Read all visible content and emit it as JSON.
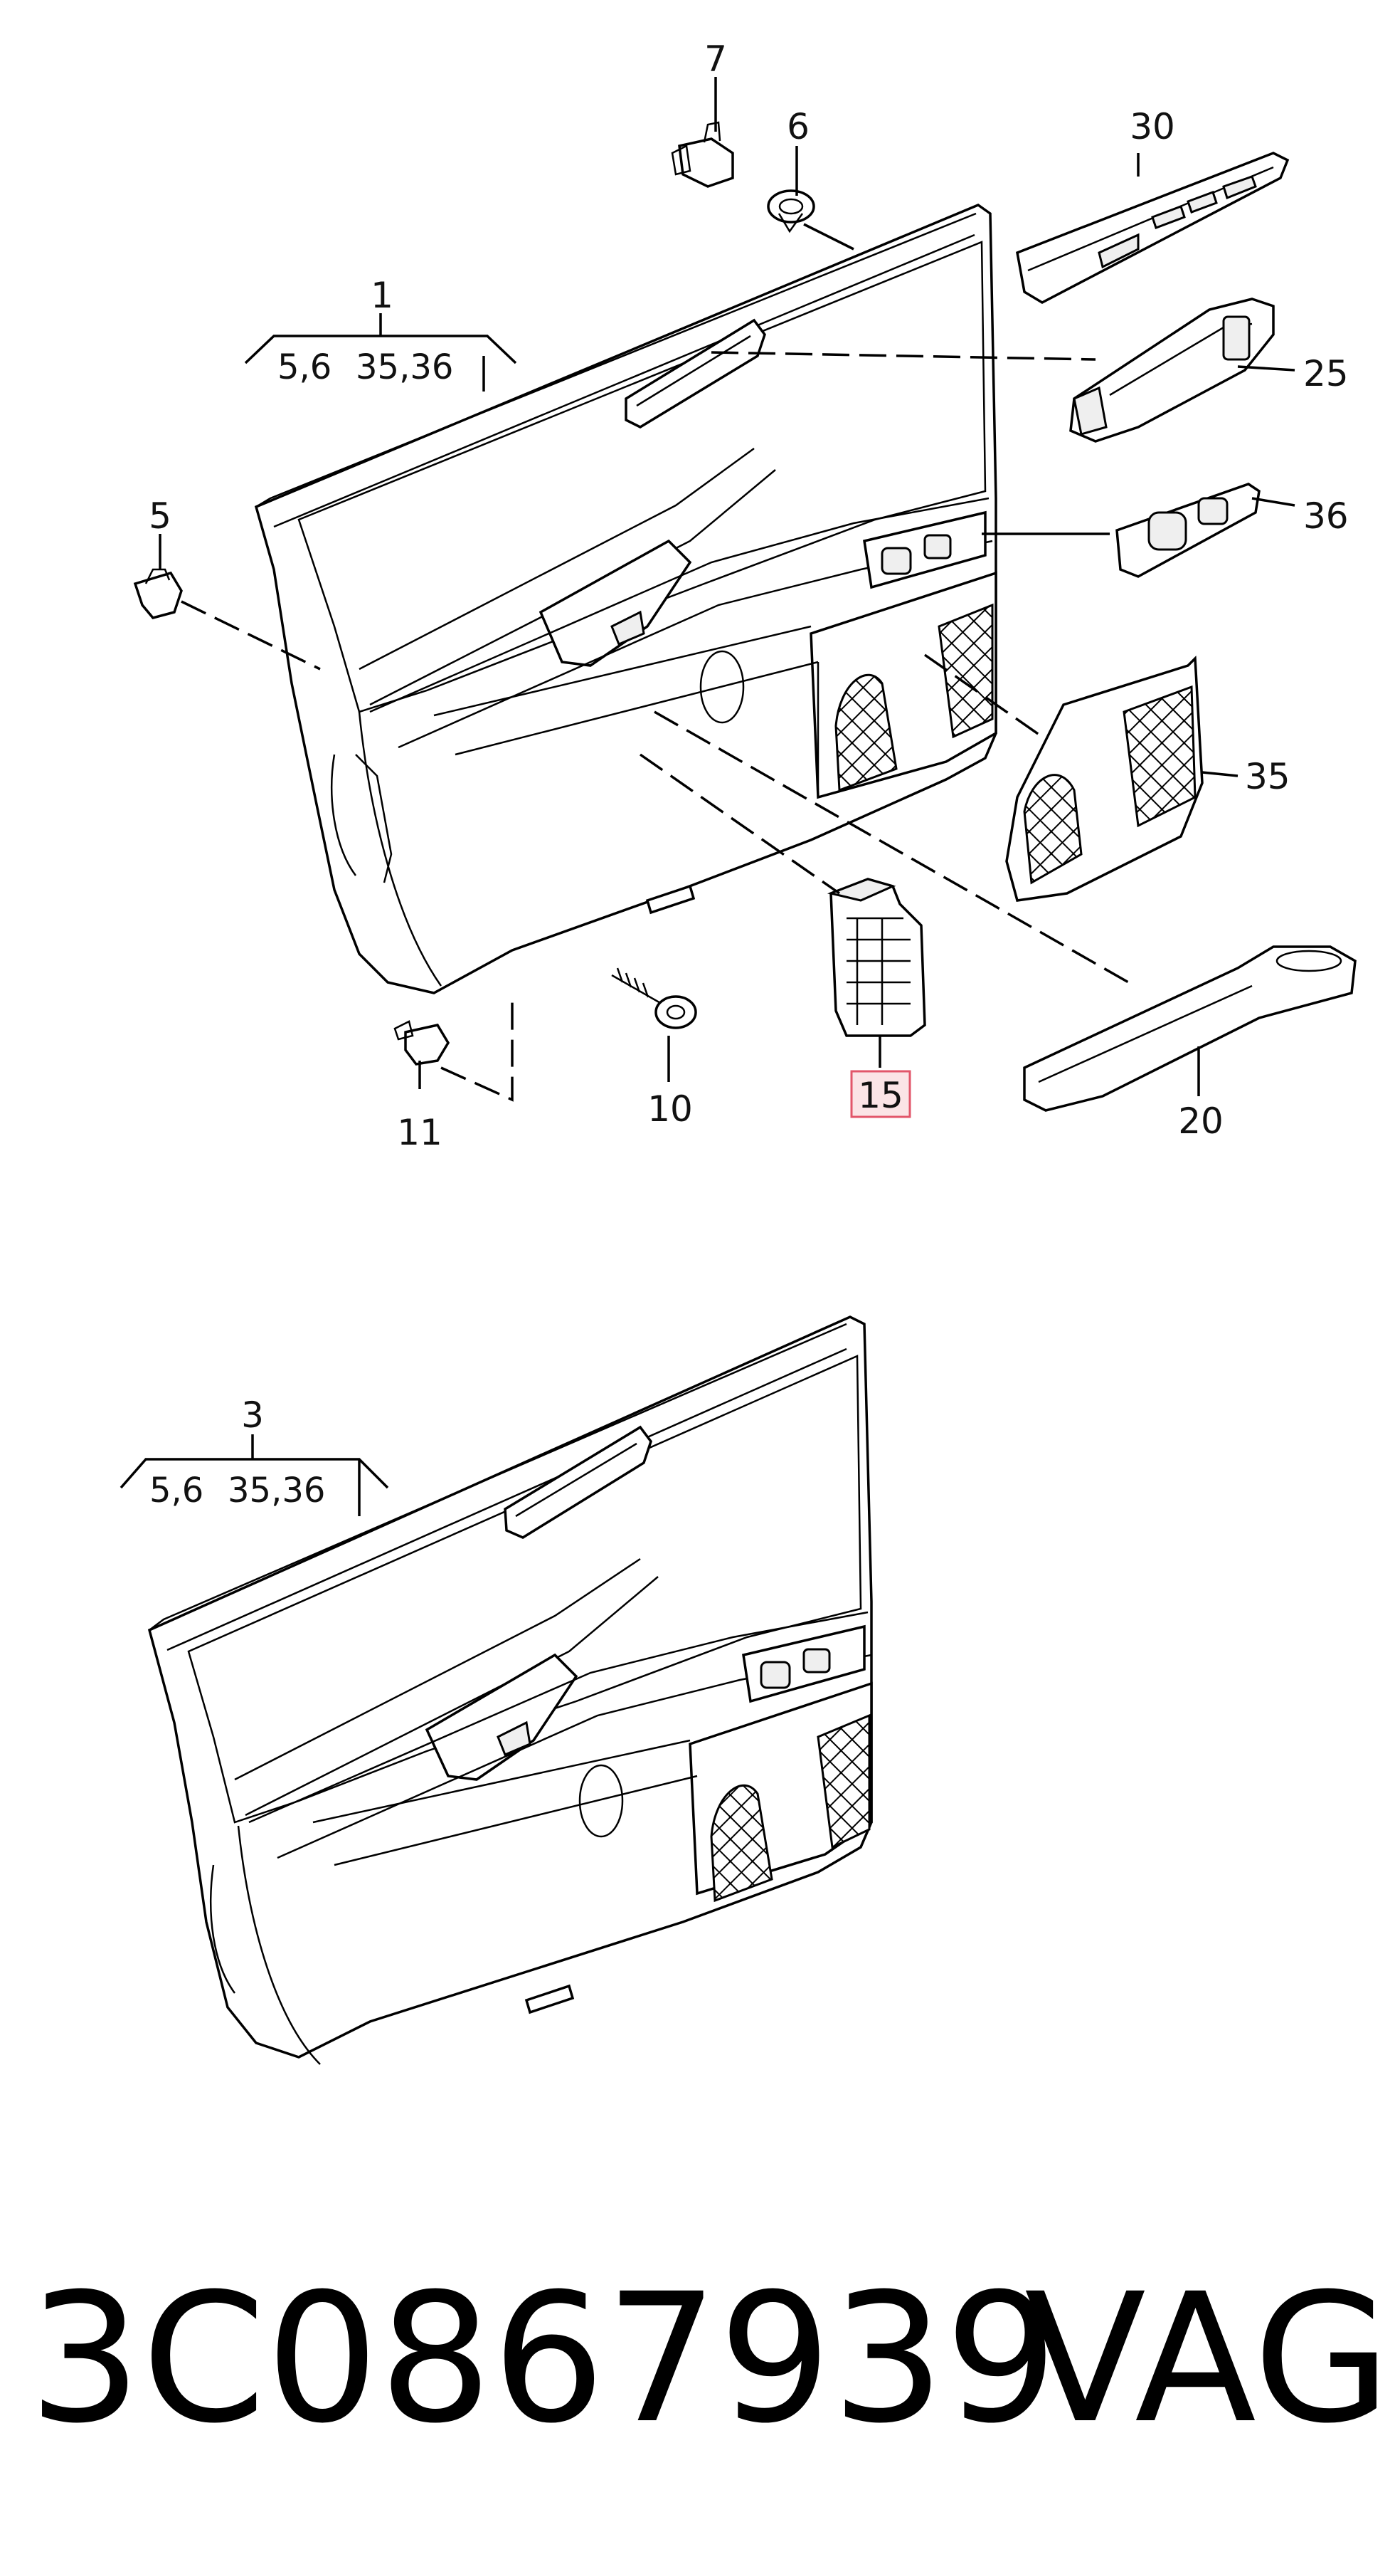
{
  "callouts": {
    "p1": "1",
    "p1_refs_a": "5,6",
    "p1_refs_b": "35,36",
    "p3": "3",
    "p3_refs_a": "5,6",
    "p3_refs_b": "35,36",
    "p5": "5",
    "p6": "6",
    "p7": "7",
    "p10": "10",
    "p11": "11",
    "p15": "15",
    "p20": "20",
    "p25": "25",
    "p30": "30",
    "p35": "35",
    "p36": "36"
  },
  "highlighted_part": "15",
  "colors": {
    "highlight_fill": "#fbe4e6",
    "highlight_border": "#e2566a"
  },
  "footer": {
    "part_number": "3C0867939",
    "brand": "VAG"
  }
}
